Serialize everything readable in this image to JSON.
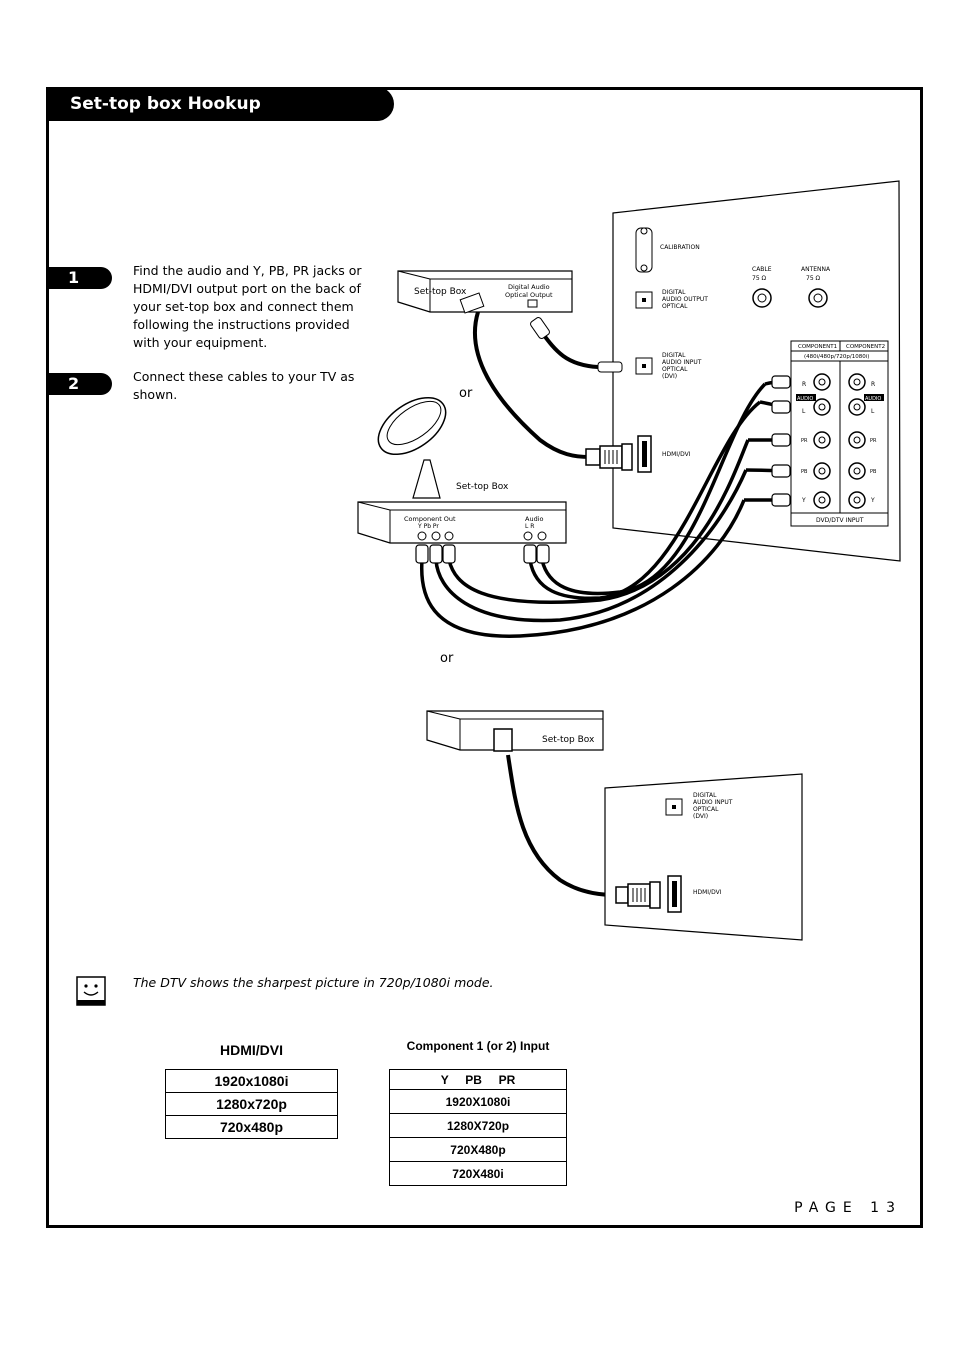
{
  "header": {
    "title": "Set-top box Hookup"
  },
  "steps": [
    {
      "number": "1",
      "text": "Find the audio and Y, PB, PR jacks or HDMI/DVI output port on the back of your set-top box and connect them following the instructions provided with your equipment."
    },
    {
      "number": "2",
      "text": "Connect these cables to your TV as shown."
    }
  ],
  "diagram": {
    "or_label": "or",
    "set_top_box": "Set-top Box",
    "digital_audio_optical_output": [
      "Digital Audio",
      "Optical Output"
    ],
    "component_out": "Component Out",
    "component_out_ports": "Y  Pb  Pr",
    "audio": "Audio",
    "audio_ports": "L    R",
    "tv_panel": {
      "calibration": "CALIBRATION",
      "digital_audio_output_optical": [
        "DIGITAL",
        "AUDIO OUTPUT",
        "OPTICAL"
      ],
      "digital_audio_input_optical": [
        "DIGITAL",
        "AUDIO INPUT",
        "OPTICAL",
        "(DVI)"
      ],
      "hdmi_dvi": "HDMI/DVI",
      "cable": "CABLE",
      "antenna": "ANTENNA",
      "ohm": "75 Ω",
      "component1": "COMPONENT1",
      "component2": "COMPONENT2",
      "component_modes": "(480i/480p/720p/1080i)",
      "audio_tag": "AUDIO",
      "jack_r": "R",
      "jack_l": "L",
      "jack_pr": "PR",
      "jack_pb": "PB",
      "jack_y": "Y",
      "dvd_dtv_input": "DVD/DTV INPUT"
    }
  },
  "note": {
    "icon": "smiley-note-icon",
    "text": "The DTV shows the sharpest picture in 720p/1080i mode."
  },
  "hdmi_table": {
    "title": "HDMI/DVI",
    "rows": [
      "1920x1080i",
      "1280x720p",
      "720x480p"
    ]
  },
  "component_table": {
    "title": "Component 1 (or 2) Input",
    "header": "Y     PB     PR",
    "rows": [
      "1920X1080i",
      "1280X720p",
      "720X480p",
      "720X480i"
    ]
  },
  "footer": {
    "page": "PAGE 13"
  }
}
